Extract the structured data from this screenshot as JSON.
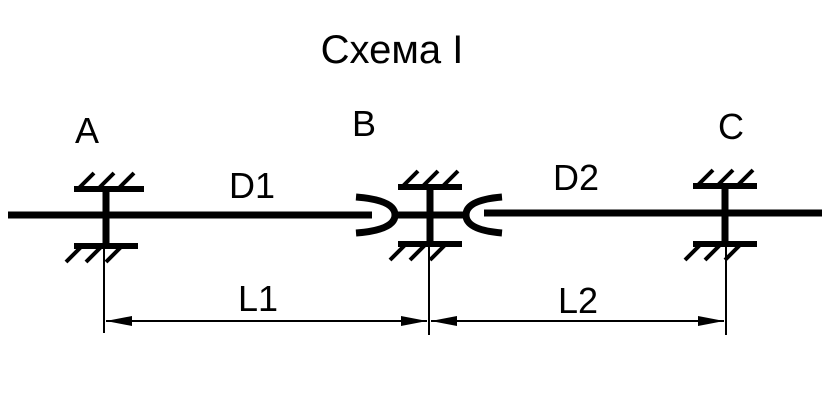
{
  "title": "Схема I",
  "supports": {
    "a": "A",
    "b": "B",
    "c": "C"
  },
  "shafts": {
    "d1": "D1",
    "d2": "D2"
  },
  "lengths": {
    "l1": "L1",
    "l2": "L2"
  },
  "colors": {
    "ink": "#000000",
    "background": "#ffffff"
  }
}
